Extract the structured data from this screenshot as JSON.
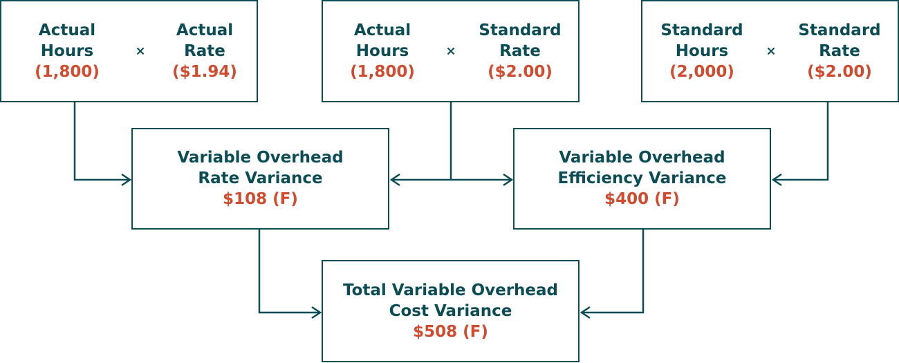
{
  "inputs": [
    {
      "left": {
        "line1": "Actual",
        "line2": "Hours",
        "value": "(1,800)"
      },
      "operator": "×",
      "right": {
        "line1": "Actual",
        "line2": "Rate",
        "value": "($1.94)"
      }
    },
    {
      "left": {
        "line1": "Actual",
        "line2": "Hours",
        "value": "(1,800)"
      },
      "operator": "×",
      "right": {
        "line1": "Standard",
        "line2": "Rate",
        "value": "($2.00)"
      }
    },
    {
      "left": {
        "line1": "Standard",
        "line2": "Hours",
        "value": "(2,000)"
      },
      "operator": "×",
      "right": {
        "line1": "Standard",
        "line2": "Rate",
        "value": "($2.00)"
      }
    }
  ],
  "rate_variance": {
    "line1": "Variable Overhead",
    "line2": "Rate Variance",
    "value": "$108 (F)"
  },
  "efficiency_variance": {
    "line1": "Variable Overhead",
    "line2": "Efficiency Variance",
    "value": "$400 (F)"
  },
  "total_variance": {
    "line1": "Total Variable Overhead",
    "line2": "Cost Variance",
    "value": "$508 (F)"
  },
  "colors": {
    "line": "#0b4c55",
    "label": "#0b4c55",
    "value": "#d14b2f"
  }
}
